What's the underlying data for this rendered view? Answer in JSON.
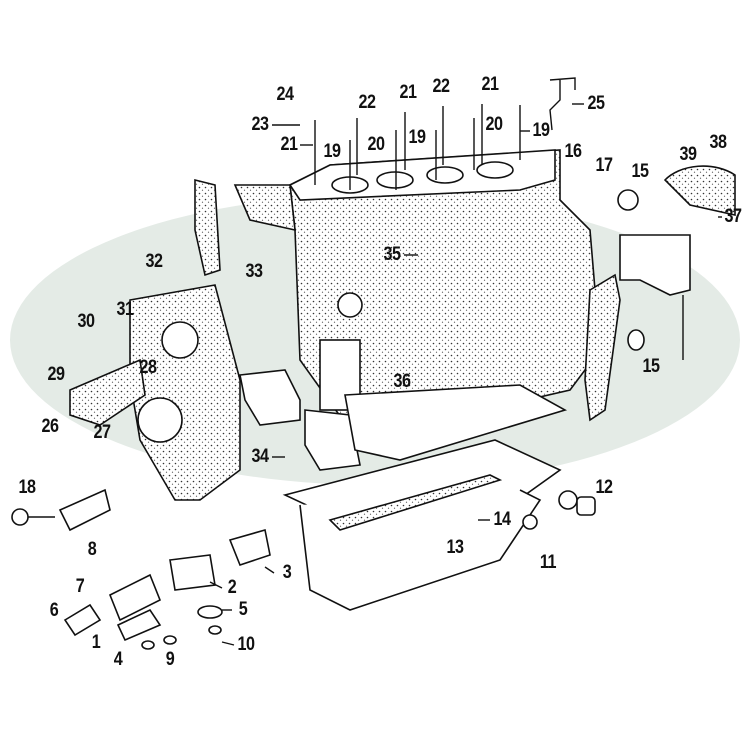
{
  "diagram": {
    "type": "exploded parts diagram",
    "colors": {
      "line": "#111111",
      "watermark": "#e4ebe6",
      "background": "#ffffff"
    },
    "labels": [
      "24",
      "23",
      "21",
      "22",
      "21",
      "22",
      "21",
      "25",
      "19",
      "20",
      "19",
      "20",
      "19",
      "16",
      "17",
      "15",
      "39",
      "38",
      "37",
      "35",
      "32",
      "33",
      "31",
      "30",
      "28",
      "29",
      "36",
      "15",
      "26",
      "27",
      "34",
      "18",
      "12",
      "14",
      "13",
      "11",
      "8",
      "3",
      "7",
      "2",
      "6",
      "5",
      "1",
      "4",
      "9",
      "10"
    ]
  }
}
